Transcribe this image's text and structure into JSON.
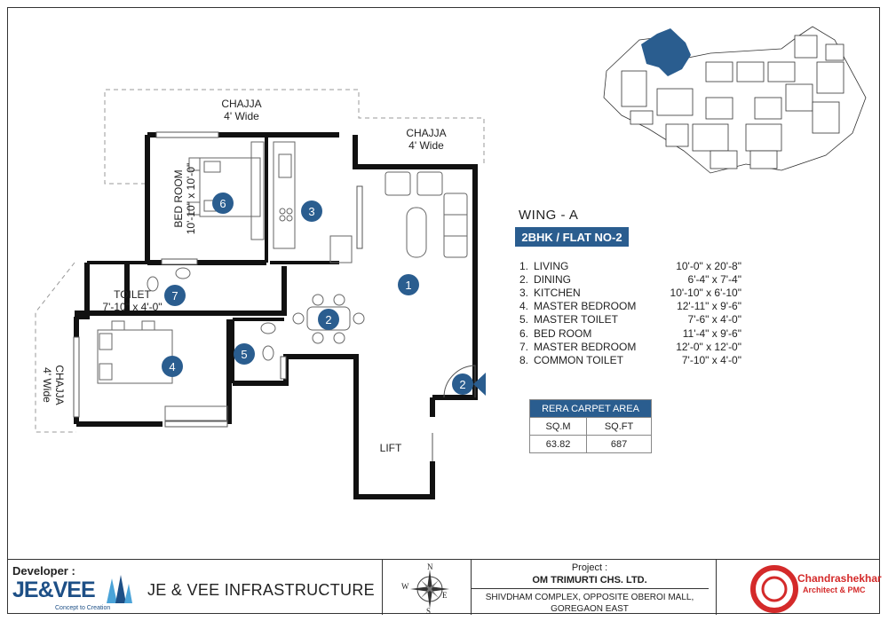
{
  "plan": {
    "chajja_top": {
      "title": "CHAJJA",
      "width": "4' Wide"
    },
    "chajja_right": {
      "title": "CHAJJA",
      "width": "4' Wide"
    },
    "chajja_left": {
      "title": "CHAJJA",
      "width": "4' Wide"
    },
    "bedroom_label": {
      "name": "BED ROOM",
      "size": "10'-10\" x 10'-0\""
    },
    "toilet_label": {
      "name": "TOILET",
      "size": "7'-10\" x 4'-0\""
    },
    "lift_label": "LIFT",
    "markers": [
      "1",
      "2",
      "2",
      "3",
      "4",
      "5",
      "6",
      "7"
    ]
  },
  "key_plan": {
    "highlight_color": "#2a5d8f"
  },
  "info": {
    "wing": "WING - A",
    "flat": "2BHK / FLAT NO-2",
    "rooms": [
      {
        "no": "1.",
        "name": "LIVING",
        "dim": "10'-0\" x 20'-8\""
      },
      {
        "no": "2.",
        "name": "DINING",
        "dim": "6'-4\" x 7'-4\""
      },
      {
        "no": "3.",
        "name": "KITCHEN",
        "dim": "10'-10\" x 6'-10\""
      },
      {
        "no": "4.",
        "name": "MASTER BEDROOM",
        "dim": "12'-11\" x 9'-6\""
      },
      {
        "no": "5.",
        "name": "MASTER TOILET",
        "dim": "7'-6\" x 4'-0\""
      },
      {
        "no": "6.",
        "name": "BED ROOM",
        "dim": "11'-4\" x 9'-6\""
      },
      {
        "no": "7.",
        "name": "MASTER BEDROOM",
        "dim": "12'-0\" x 12'-0\""
      },
      {
        "no": "8.",
        "name": "COMMON TOILET",
        "dim": "7'-10\" x 4'-0\""
      }
    ],
    "rera": {
      "title": "RERA CARPET AREA",
      "col1": "SQ.M",
      "col2": "SQ.FT",
      "val1": "63.82",
      "val2": "687"
    }
  },
  "footer": {
    "developer_label": "Developer :",
    "developer_logo": "JE&VEE",
    "developer_tagline": "Concept to Creation",
    "developer_name": "JE & VEE INFRASTRUCTURE",
    "compass": {
      "n": "N",
      "s": "S",
      "e": "E",
      "w": "W"
    },
    "project_label": "Project :",
    "project_name": "OM TRIMURTI CHS. LTD.",
    "project_address_1": "SHIVDHAM COMPLEX, OPPOSITE OBEROI MALL,",
    "project_address_2": "GOREGAON EAST",
    "architect_name": "Chandrashekhar",
    "architect_sub": "Architect & PMC"
  },
  "colors": {
    "accent": "#2a5d8f",
    "wall": "#111111",
    "brand_red": "#d42a2a"
  }
}
